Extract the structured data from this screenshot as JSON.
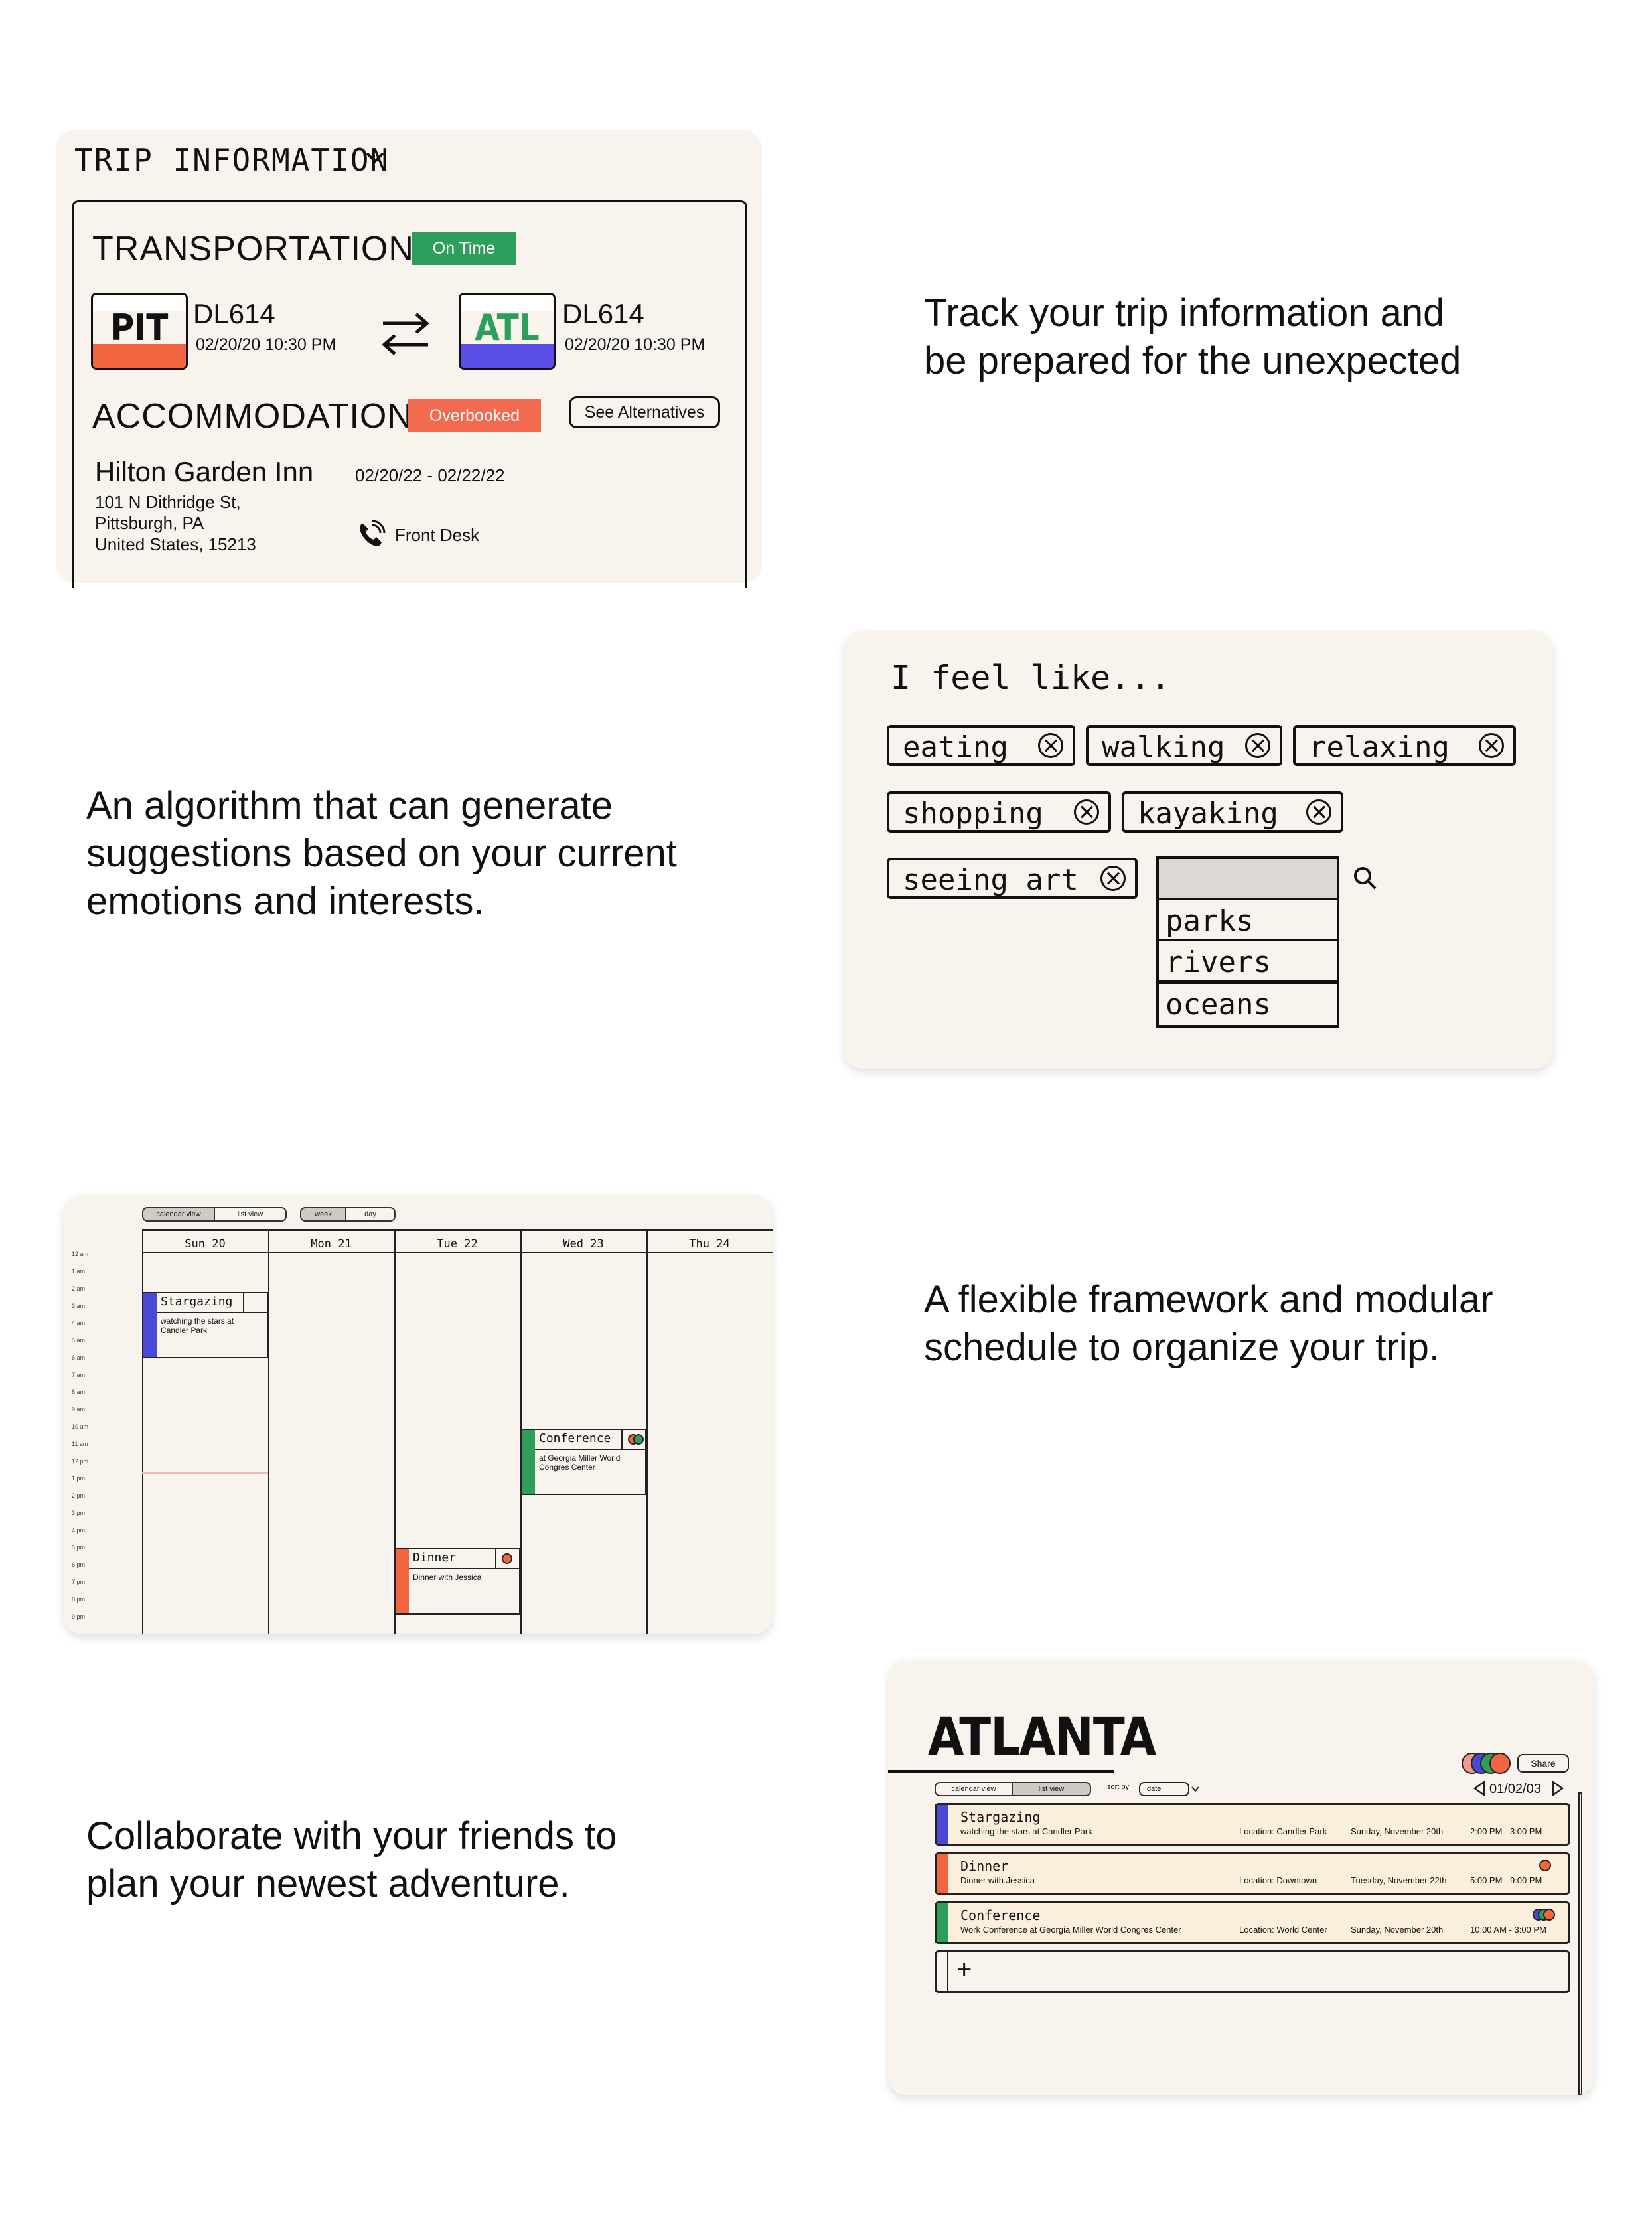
{
  "card1": {
    "header": "TRIP INFORMATION",
    "transportation": {
      "title": "TRANSPORTATION",
      "status": "On Time",
      "status_color": "#2e9e5b",
      "origin": {
        "code": "PIT",
        "flight": "DL614",
        "datetime": "02/20/20  10:30 PM",
        "color": "#f26540"
      },
      "destination": {
        "code": "ATL",
        "flight": "DL614",
        "datetime": "02/20/20  10:30 PM",
        "color": "#5b4ee6",
        "code_color": "#2e9e5b"
      },
      "swap_icon": "swap-arrows-icon"
    },
    "accommodation": {
      "title": "ACCOMMODATION",
      "status": "Overbooked",
      "status_color": "#f26a4f",
      "alternatives_label": "See Alternatives",
      "hotel": "Hilton Garden Inn",
      "address_line1": "101 N Dithridge St,",
      "address_line2": "Pittsburgh, PA",
      "address_line3": "United States, 15213",
      "dates": "02/20/22 - 02/22/22",
      "phone_label": "Front Desk"
    }
  },
  "tagline1": [
    "Track your trip information and",
    "be prepared for the unexpected"
  ],
  "tagline2": [
    "An algorithm that can generate",
    "suggestions based on your current",
    "emotions and interests."
  ],
  "tagline3": [
    "A flexible framework and modular",
    "schedule to organize your trip."
  ],
  "tagline4": [
    "Collaborate with your friends to",
    "plan your newest adventure."
  ],
  "card2": {
    "prompt": "I feel like...",
    "chips": [
      "eating",
      "walking",
      "relaxing",
      "shopping",
      "kayaking",
      "seeing art"
    ],
    "dropdown_options": [
      "parks",
      "rivers",
      "oceans"
    ]
  },
  "card3": {
    "view_tabs": [
      "calendar view",
      "list view"
    ],
    "range_tabs": [
      "week",
      "day"
    ],
    "days": [
      "Sun 20",
      "Mon 21",
      "Tue 22",
      "Wed 23",
      "Thu 24"
    ],
    "hours": [
      "12 am",
      "1 am",
      "2 am",
      "3 am",
      "4 am",
      "5 am",
      "6 am",
      "7 am",
      "8 am",
      "9 am",
      "10 am",
      "11 am",
      "12 pm",
      "1 pm",
      "2 pm",
      "3 pm",
      "4 pm",
      "5 pm",
      "6 pm",
      "7 pm",
      "8 pm",
      "9 pm"
    ],
    "events": [
      {
        "title": "Stargazing",
        "sub1": "watching the stars at",
        "sub2": "Candler Park",
        "color": "#4a48d6"
      },
      {
        "title": "Conference",
        "sub1": "at Georgia Miller World",
        "sub2": "Congres Center",
        "color": "#2e9e5b"
      },
      {
        "title": "Dinner",
        "sub1": "Dinner with Jessica",
        "sub2": "",
        "color": "#f26540"
      }
    ]
  },
  "card4": {
    "city": "ATLANTA",
    "share_label": "Share",
    "view_tabs": [
      "calendar view",
      "list view"
    ],
    "sort_label": "sort by",
    "sort_value": "date",
    "date_label": "01/02/03",
    "rows": [
      {
        "title": "Stargazing",
        "sub": "watching the stars at Candler Park",
        "loc": "Location: Candler Park",
        "date": "Sunday, November 20th",
        "time": "2:00 PM - 3:00 PM",
        "color": "#4a48d6"
      },
      {
        "title": "Dinner",
        "sub": "Dinner with Jessica",
        "loc": "Location: Downtown",
        "date": "Tuesday, November 22th",
        "time": "5:00 PM - 9:00 PM",
        "color": "#f26540"
      },
      {
        "title": "Conference",
        "sub": "Work Conference at Georgia Miller World Congres Center",
        "loc": "Location: World Center",
        "date": "Sunday, November 20th",
        "time": "10:00 AM - 3:00 PM",
        "color": "#2e9e5b"
      }
    ],
    "add_label": "+"
  }
}
